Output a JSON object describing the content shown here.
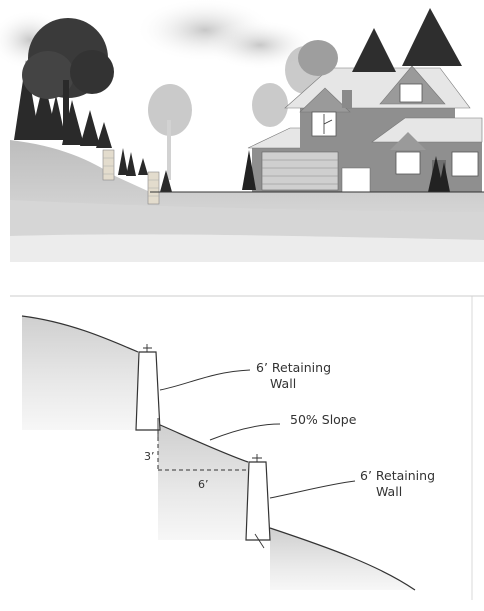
{
  "labels": {
    "upper_wall_line1": "6’ Retaining",
    "upper_wall_line2": "Wall",
    "slope": "50% Slope",
    "rise": "3’",
    "run": "6’",
    "lower_wall_line1": "6’ Retaining",
    "lower_wall_line2": "Wall"
  },
  "colors": {
    "sky": "#ffffff",
    "ground_light": "#e8e8e8",
    "ground_mid": "#c9c9c9",
    "ground_dark": "#a4a4a4",
    "tree_dark": "#1f1f1f",
    "house_wall": "#8f8f8f",
    "roof": "#e6e6e6",
    "trim": "#ffffff"
  }
}
